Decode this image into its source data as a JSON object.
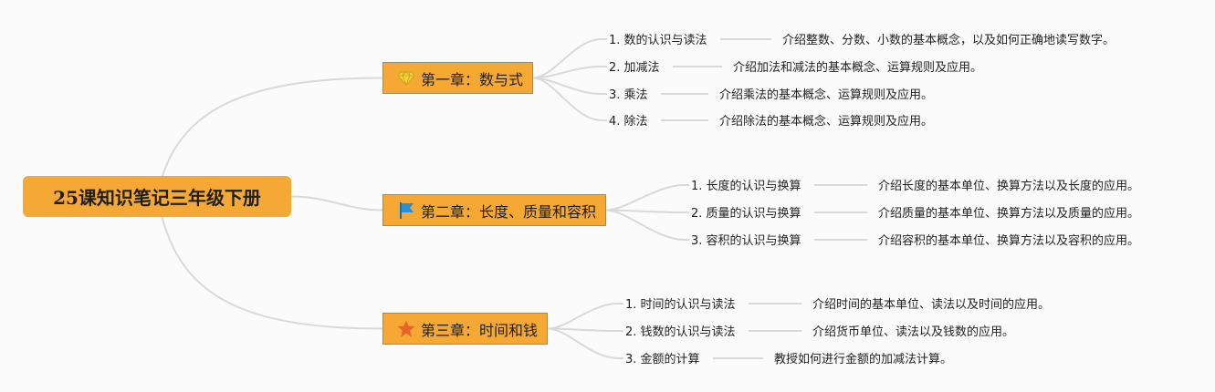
{
  "root": {
    "title": "25课知识笔记三年级下册"
  },
  "chapters": [
    {
      "title": "第一章：数与式",
      "icon": "diamond-icon",
      "topics": [
        {
          "label": "1. 数的认识与读法",
          "description": "介绍整数、分数、小数的基本概念，以及如何正确地读写数字。"
        },
        {
          "label": "2. 加减法",
          "description": "介绍加法和减法的基本概念、运算规则及应用。"
        },
        {
          "label": "3. 乘法",
          "description": "介绍乘法的基本概念、运算规则及应用。"
        },
        {
          "label": "4. 除法",
          "description": "介绍除法的基本概念、运算规则及应用。"
        }
      ]
    },
    {
      "title": "第二章：长度、质量和容积",
      "icon": "flag-icon",
      "topics": [
        {
          "label": "1. 长度的认识与换算",
          "description": "介绍长度的基本单位、换算方法以及长度的应用。"
        },
        {
          "label": "2. 质量的认识与换算",
          "description": "介绍质量的基本单位、换算方法以及质量的应用。"
        },
        {
          "label": "3. 容积的认识与换算",
          "description": "介绍容积的基本单位、换算方法以及容积的应用。"
        }
      ]
    },
    {
      "title": "第三章：时间和钱",
      "icon": "star-icon",
      "topics": [
        {
          "label": "1. 时间的认识与读法",
          "description": "介绍时间的基本单位、读法以及时间的应用。"
        },
        {
          "label": "2. 钱数的认识与读法",
          "description": "介绍货币单位、读法以及钱数的应用。"
        },
        {
          "label": "3. 金额的计算",
          "description": "教授如何进行金额的加减法计算。"
        }
      ]
    }
  ],
  "colors": {
    "node_fill": "#f5a833",
    "node_border": "#8e8e7c",
    "connector": "#d9d9d9",
    "background": "#fbfbfb",
    "diamond": "#f6d23a",
    "flag": "#2b8fd8",
    "star": "#e8632a"
  }
}
